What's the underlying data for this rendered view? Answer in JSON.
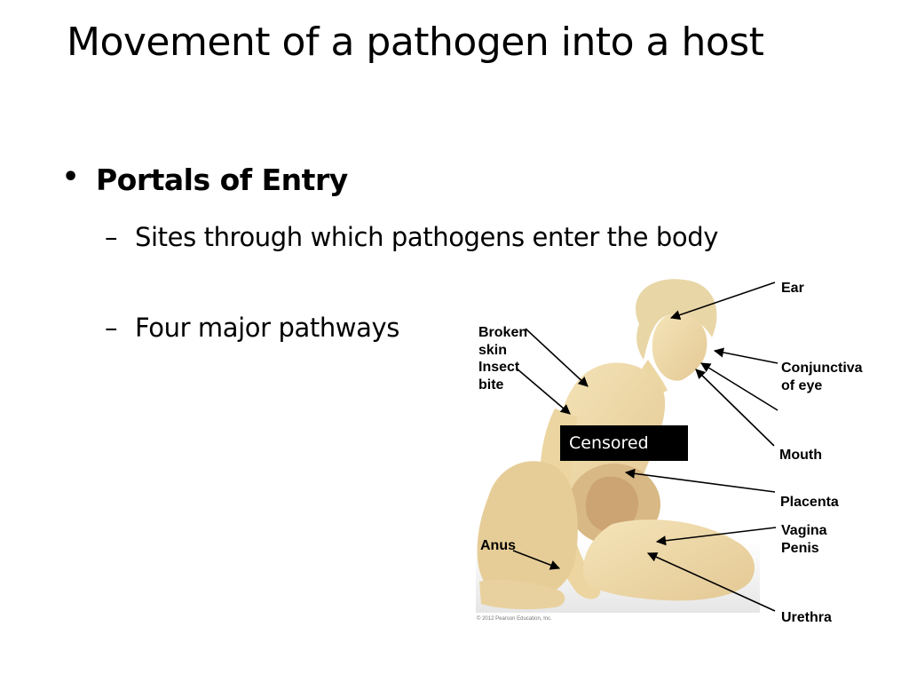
{
  "slide": {
    "title": "Movement of a pathogen into a host"
  },
  "bullets": {
    "main": "Portals of Entry",
    "sub1": "Sites through which pathogens enter the body",
    "sub2": "Four major pathways",
    "bullet_glyph": "•",
    "dash_glyph": "–"
  },
  "figure": {
    "labels": {
      "ear": "Ear",
      "conjunctiva": "Conjunctiva\nof eye",
      "mouth": "Mouth",
      "placenta": "Placenta",
      "vagina_penis": "Vagina\nPenis",
      "urethra": "Urethra",
      "broken_skin": "Broken\nskin",
      "insect_bite": "Insect\nbite",
      "anus": "Anus"
    },
    "censor_text": "Censored",
    "copyright": "© 2012 Pearson Education, Inc.",
    "colors": {
      "skin": "#efdcaa",
      "skin_shadow": "#ddc08a",
      "hair": "#e8d6a6",
      "fetus": "#cfa677"
    }
  }
}
